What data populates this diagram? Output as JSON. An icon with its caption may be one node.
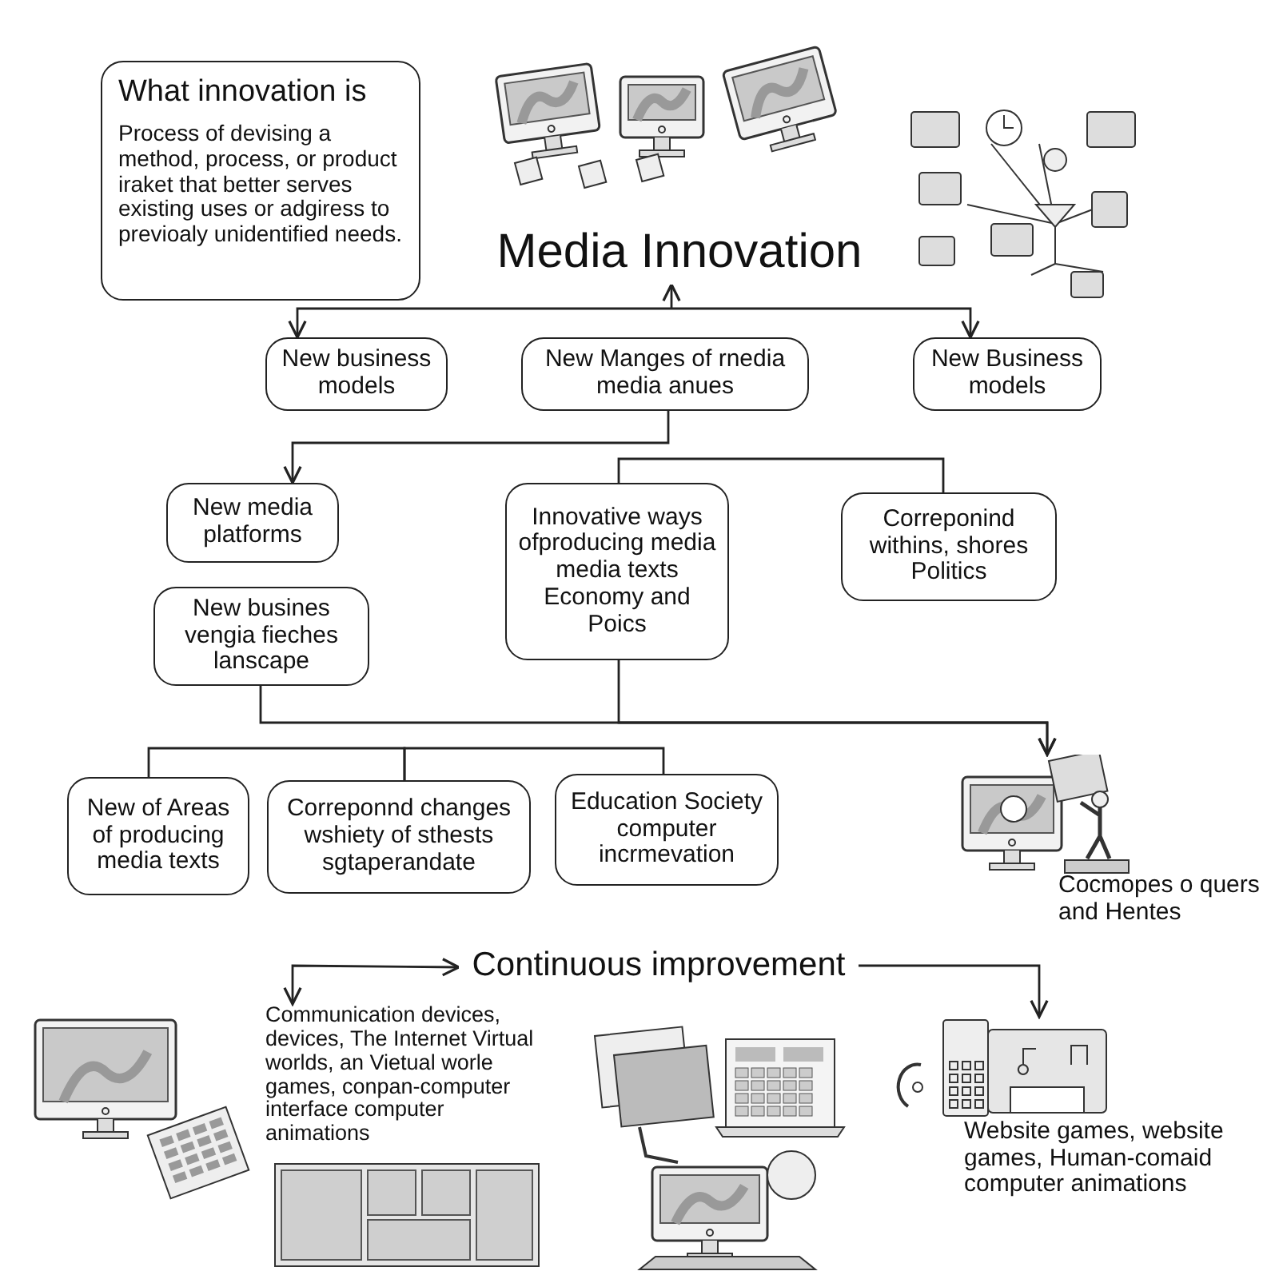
{
  "diagram": {
    "nodes": [
      {
        "text": [
          "What innovation is",
          "Process of devising a method, process, or product iraket that better serves existing uses or adgiress to previoaly unidentified needs."
        ]
      },
      {
        "text": [
          "Media Innovation"
        ]
      },
      {
        "text": [
          "New business models"
        ]
      },
      {
        "text": [
          "New Manges of rnedia media anues"
        ]
      },
      {
        "text": [
          "New Business models"
        ]
      },
      {
        "text": [
          "New media platforms"
        ]
      },
      {
        "text": [
          "New busines vengia fieches lanscape"
        ]
      },
      {
        "text": [
          "Innovative ways ofproducing media media texts Economy and Poics"
        ]
      },
      {
        "text": [
          "Correponind withins, shores Politics"
        ]
      },
      {
        "text": [],
        "shape": "picture",
        "beside": [
          "Cocmopes o quers and Hentes"
        ]
      },
      {
        "text": [
          "New of Areas of producing media texts"
        ]
      },
      {
        "text": [
          "Correponnd changes wshiety of sthests sgtaperandate"
        ]
      },
      {
        "text": [
          "Education Society computer incrmevation"
        ]
      },
      {
        "text": [
          "Continuous improvement"
        ]
      },
      {
        "text": [
          "Communication devices, devices, The Internet Virtual worlds, an Vietual worle games, conpan-computer interface computer animations"
        ]
      },
      {
        "text": [],
        "shape": "picture",
        "beside": [
          "Website games, website games, Human-comaid computer animations"
        ]
      }
    ],
    "edges": [
      {
        "from": null,
        "to": 1,
        "arrow": "to"
      },
      {
        "from": null,
        "to": 2,
        "arrow": "to"
      },
      {
        "from": null,
        "to": 4,
        "arrow": "to"
      },
      {
        "from": 3,
        "to": 5,
        "arrow": "to"
      },
      {
        "from": 7,
        "to": 8,
        "arrow": "none"
      },
      {
        "from": 6,
        "to": 9,
        "arrow": "to"
      },
      {
        "from": 7,
        "to": 9,
        "arrow": "to"
      },
      {
        "from": 10,
        "to": 11,
        "arrow": "none"
      },
      {
        "from": 11,
        "to": 12,
        "arrow": "none"
      },
      {
        "from": 14,
        "to": 13,
        "arrow": "both"
      },
      {
        "from": 13,
        "to": 15,
        "arrow": "to"
      }
    ]
  }
}
